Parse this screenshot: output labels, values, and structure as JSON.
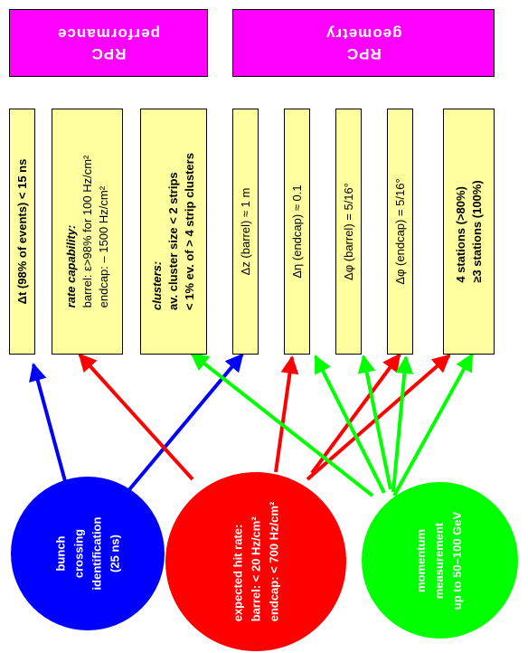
{
  "headers": {
    "performance": {
      "line1": "RPC",
      "line2": "performance",
      "color": "#ff00ff"
    },
    "geometry": {
      "line1": "RPC",
      "line2": "geometry",
      "color": "#ff00ff"
    }
  },
  "requirements": [
    {
      "id": "time",
      "lines": [
        "Δt (98% of events) < 15 ns"
      ]
    },
    {
      "id": "rate",
      "title": "rate capability:",
      "lines": [
        "barrel: ε>98% for 100 Hz/cm²",
        "endcap:    –    1500 Hz/cm²"
      ]
    },
    {
      "id": "clusters",
      "title": "clusters:",
      "lines": [
        "av. cluster size < 2 strips",
        "< 1%   ev. of > 4 strip clusters"
      ]
    },
    {
      "id": "dz",
      "lines": [
        "Δz (barrel) ≈ 1 m"
      ]
    },
    {
      "id": "deta",
      "lines": [
        "Δη (endcap) ≈ 0.1"
      ]
    },
    {
      "id": "dphi-barrel",
      "lines": [
        "Δφ (barrel) = 5/16°"
      ]
    },
    {
      "id": "dphi-endcap",
      "lines": [
        "Δφ (endcap) = 5/16°"
      ]
    },
    {
      "id": "stations",
      "lines": [
        "4 stations (>80%)",
        "≥3 stations (100%)"
      ]
    }
  ],
  "sources": [
    {
      "id": "bunch",
      "color": "#0000ff",
      "lines": [
        "bunch",
        "crossing",
        "identification",
        "(25 ns)"
      ]
    },
    {
      "id": "hitrate",
      "color": "#ff0000",
      "lines": [
        "expected hit rate:",
        "barrel:    < 20 Hz/cm²",
        "endcap: < 700 Hz/cm²"
      ]
    },
    {
      "id": "momentum",
      "color": "#00ff00",
      "lines": [
        "momentum",
        "measurement",
        "up to 50–100 GeV"
      ]
    }
  ],
  "links": [
    {
      "from": "bunch",
      "to": "time"
    },
    {
      "from": "bunch",
      "to": "dz"
    },
    {
      "from": "hitrate",
      "to": "rate"
    },
    {
      "from": "hitrate",
      "to": "deta"
    },
    {
      "from": "hitrate",
      "to": "dphi-endcap"
    },
    {
      "from": "hitrate",
      "to": "stations"
    },
    {
      "from": "momentum",
      "to": "clusters"
    },
    {
      "from": "momentum",
      "to": "deta"
    },
    {
      "from": "momentum",
      "to": "dphi-barrel"
    },
    {
      "from": "momentum",
      "to": "dphi-endcap"
    },
    {
      "from": "momentum",
      "to": "stations"
    }
  ]
}
